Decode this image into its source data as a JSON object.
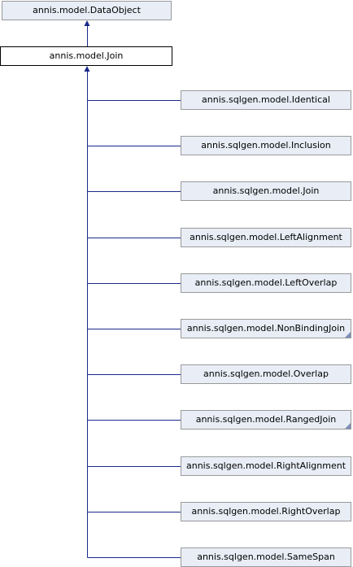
{
  "colors": {
    "edge": "#1b2a8a",
    "node_fill": "#e8edf6",
    "node_border": "#9a9a9a",
    "current_fill": "#ffffff",
    "current_border": "#000000",
    "more_marker": "#7d8fb8"
  },
  "parent": {
    "label": "annis.model.DataObject"
  },
  "current": {
    "label": "annis.model.Join"
  },
  "children": [
    {
      "label": "annis.sqlgen.model.Identical",
      "has_more": false
    },
    {
      "label": "annis.sqlgen.model.Inclusion",
      "has_more": false
    },
    {
      "label": "annis.sqlgen.model.Join",
      "has_more": false
    },
    {
      "label": "annis.sqlgen.model.LeftAlignment",
      "has_more": false
    },
    {
      "label": "annis.sqlgen.model.LeftOverlap",
      "has_more": false
    },
    {
      "label": "annis.sqlgen.model.NonBindingJoin",
      "has_more": true
    },
    {
      "label": "annis.sqlgen.model.Overlap",
      "has_more": false
    },
    {
      "label": "annis.sqlgen.model.RangedJoin",
      "has_more": true
    },
    {
      "label": "annis.sqlgen.model.RightAlignment",
      "has_more": false
    },
    {
      "label": "annis.sqlgen.model.RightOverlap",
      "has_more": false
    },
    {
      "label": "annis.sqlgen.model.SameSpan",
      "has_more": false
    }
  ]
}
